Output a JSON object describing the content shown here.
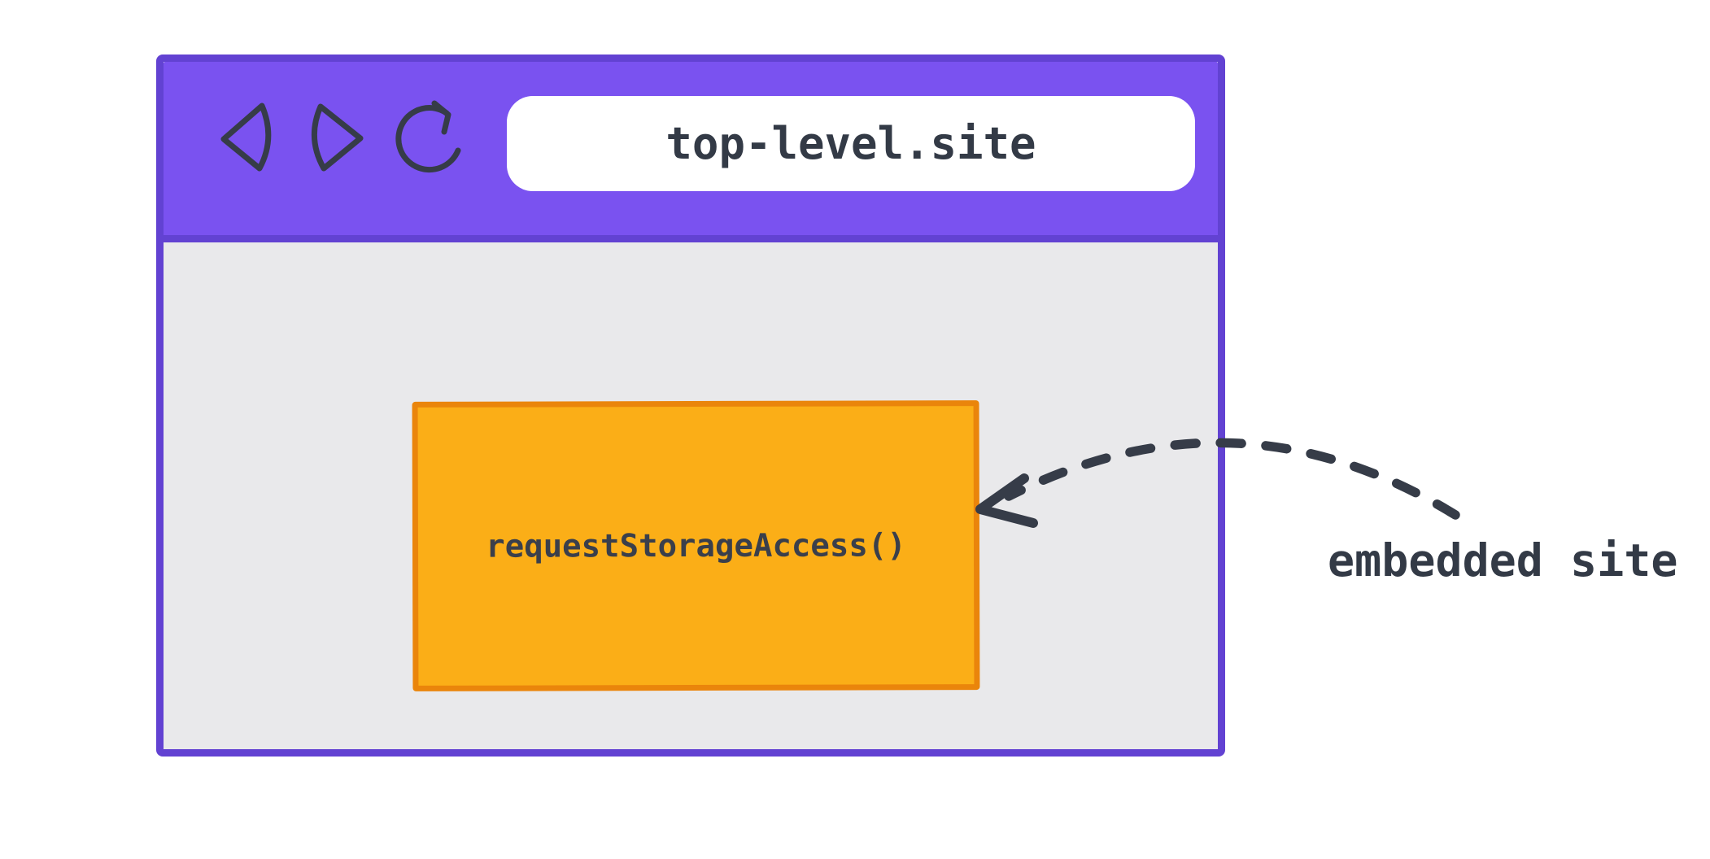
{
  "colors": {
    "toolbar_purple": "#7a52f0",
    "window_border_purple": "#6242d2",
    "content_gray": "#e9e9eb",
    "frame_orange_fill": "#fbae17",
    "frame_orange_border": "#ea850b",
    "ink": "#363c48",
    "text_dark": "#333a46",
    "address_bar_white": "#ffffff",
    "page_background": "#ffffff"
  },
  "browser_window": {
    "toolbar": {
      "icons": [
        {
          "name": "back-icon"
        },
        {
          "name": "forward-icon"
        },
        {
          "name": "reload-icon"
        }
      ],
      "address_bar": {
        "value": "top-level.site"
      }
    },
    "content": {
      "embedded_frame": {
        "label": "requestStorageAccess()"
      }
    }
  },
  "annotation": {
    "label": "embedded site",
    "arrow_style": "dashed-curved-arrow-pointing-left-at-embedded-frame"
  }
}
